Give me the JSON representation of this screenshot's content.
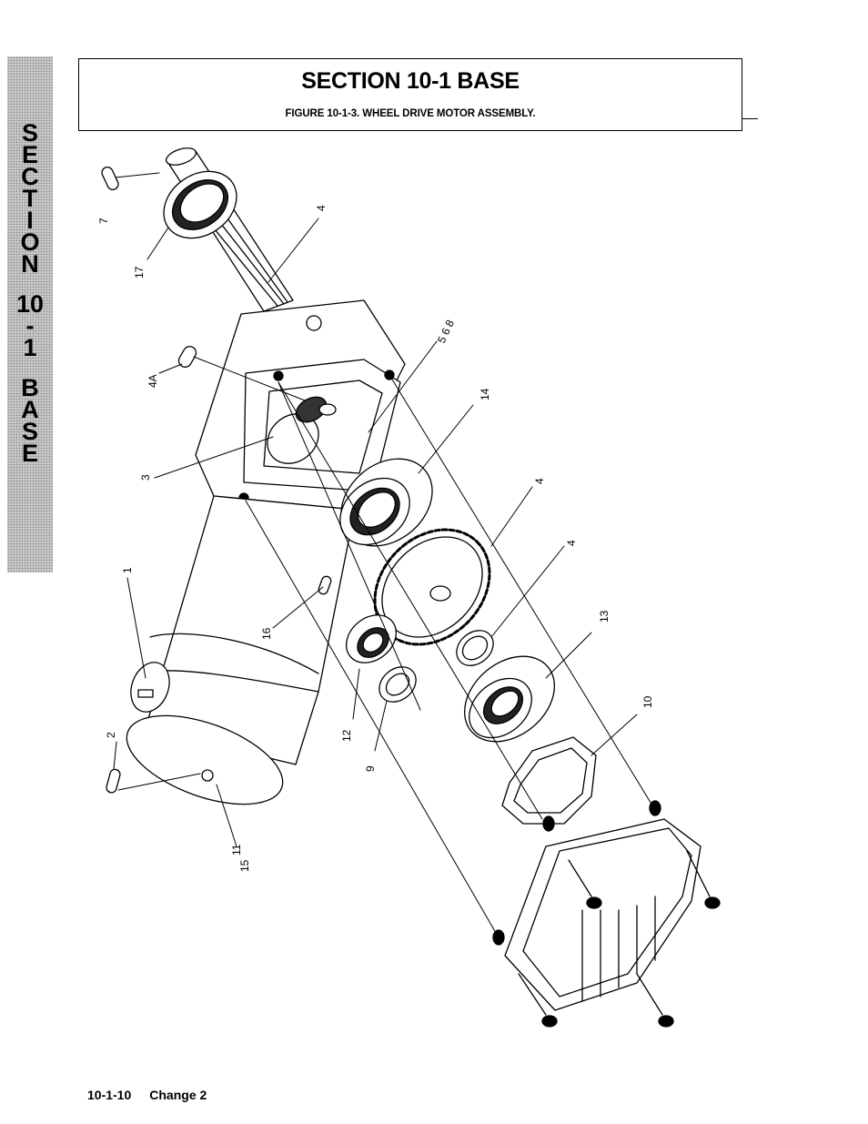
{
  "side_tab": {
    "letters": [
      "S",
      "E",
      "C",
      "T",
      "I",
      "O",
      "N",
      "",
      "10",
      "-",
      "1",
      "",
      "B",
      "A",
      "S",
      "E"
    ]
  },
  "header": {
    "title": "SECTION 10-1 BASE",
    "caption": "FIGURE 10-1-3. WHEEL DRIVE MOTOR ASSEMBLY."
  },
  "diagram": {
    "callouts": {
      "c7": "7",
      "c17": "17",
      "c4_top": "4",
      "c568": "5 6 8",
      "c4a": "4A",
      "c14": "14",
      "c3": "3",
      "c4_mid": "4",
      "c4_right": "4",
      "c1": "1",
      "c16": "16",
      "c13": "13",
      "c12": "12",
      "c9": "9",
      "c10": "10",
      "c2": "2",
      "c11": "11",
      "c15": "15"
    }
  },
  "footer": {
    "page": "10-1-10",
    "change": "Change 2"
  }
}
